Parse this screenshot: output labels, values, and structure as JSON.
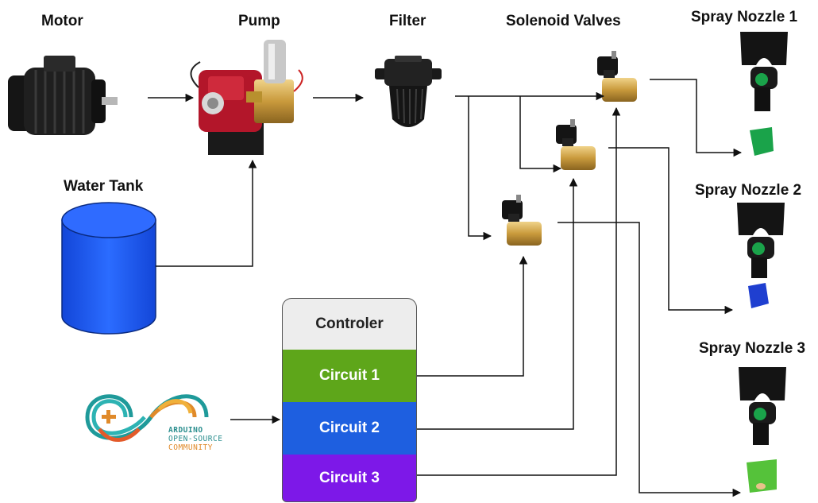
{
  "labels": {
    "motor": "Motor",
    "pump": "Pump",
    "filter": "Filter",
    "solenoid_valves": "Solenoid Valves",
    "water_tank": "Water Tank",
    "nozzle_1": "Spray Nozzle 1",
    "nozzle_2": "Spray Nozzle 2",
    "nozzle_3": "Spray Nozzle 3"
  },
  "controller": {
    "title": "Controler",
    "circuits": [
      "Circuit 1",
      "Circuit 2",
      "Circuit 3"
    ]
  },
  "arduino_logo": {
    "line1": "ARDUINO",
    "line2": "OPEN-SOURCE",
    "line3": "COMMUNITY"
  },
  "colors": {
    "tank_blue": "#1e5cf0",
    "pump_red": "#b3162a",
    "circuit_1": "#5ea61a",
    "circuit_2": "#1e5fe0",
    "circuit_3": "#7d18e8",
    "controller_header": "#ededed",
    "nozzle_1_tip": "#1aa34a",
    "nozzle_2_tip": "#1f3fd0",
    "nozzle_3_tip": "#55c23a",
    "arduino_teal": "#1f9a9a",
    "arduino_orange": "#e08a2a"
  }
}
